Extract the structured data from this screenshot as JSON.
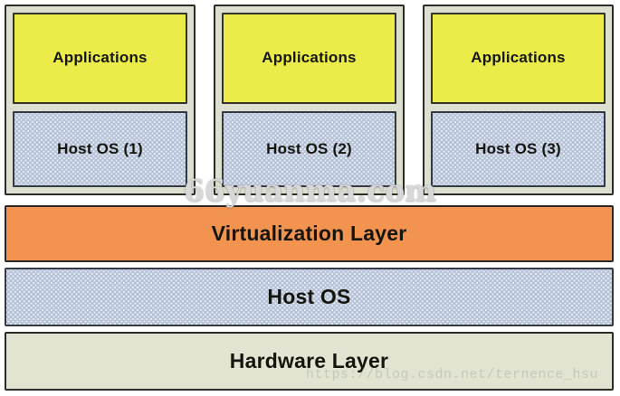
{
  "columns": [
    {
      "app_label": "Applications",
      "os_label": "Host OS (1)"
    },
    {
      "app_label": "Applications",
      "os_label": "Host OS (2)"
    },
    {
      "app_label": "Applications",
      "os_label": "Host OS (3)"
    }
  ],
  "layers": {
    "virtualization_label": "Virtualization Layer",
    "host_os_label": "Host OS",
    "hardware_label": "Hardware Layer"
  },
  "watermarks": {
    "center": "66yuanma.com",
    "bottom_url": "https://blog.csdn.net/ternence_hsu"
  },
  "colors": {
    "applications_fill": "#ebec49",
    "host_os_fill": "#b5c1d7",
    "virtualization_fill": "#f29350",
    "hardware_fill": "#e2e4d1",
    "column_panel_fill": "#dde0d0",
    "border_dark": "#2c2c26",
    "label_text": "#15150e"
  }
}
